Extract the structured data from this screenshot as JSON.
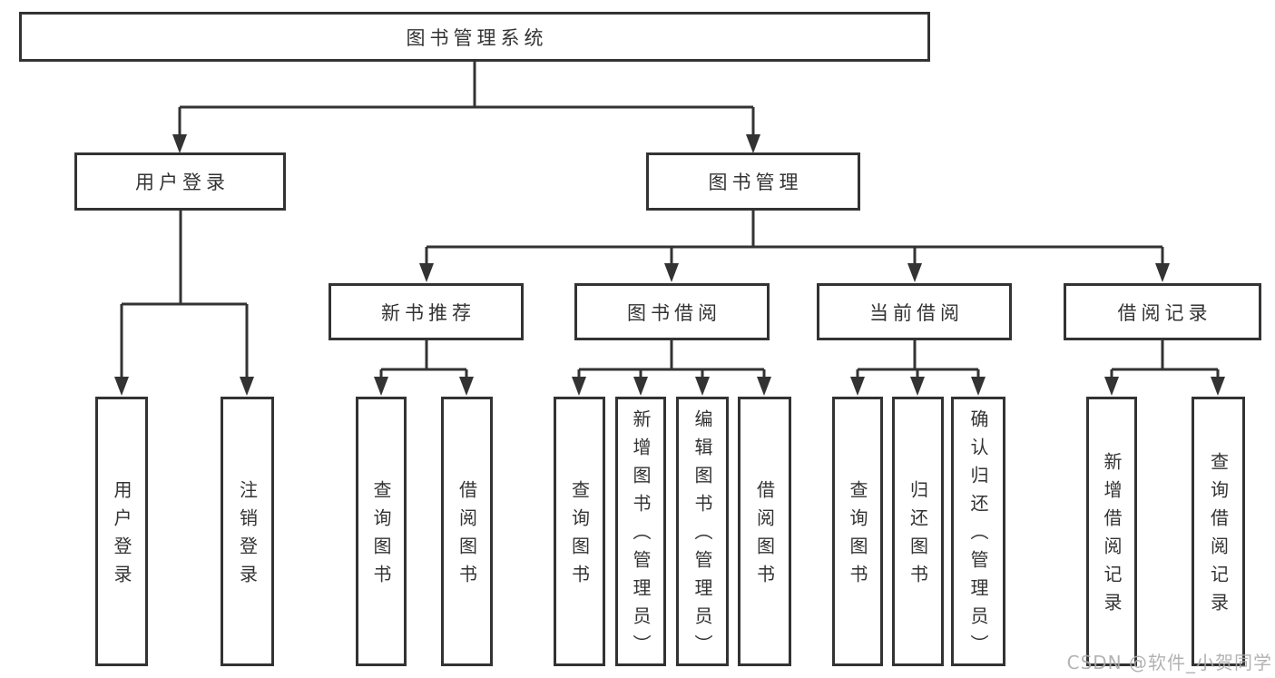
{
  "meta": {
    "background": "#ffffff",
    "line_color": "#333333",
    "text_color": "#333333",
    "watermark_color": "#ababab"
  },
  "tree": {
    "root": {
      "label": "图书管理系统"
    },
    "branches": [
      {
        "label": "用户登录",
        "children": [
          {
            "label": "用户登录"
          },
          {
            "label": "注销登录"
          }
        ]
      },
      {
        "label": "图书管理",
        "children": [
          {
            "label": "新书推荐",
            "children": [
              {
                "label": "查询图书"
              },
              {
                "label": "借阅图书"
              }
            ]
          },
          {
            "label": "图书借阅",
            "children": [
              {
                "label": "查询图书"
              },
              {
                "label": "新增图书（管理员）"
              },
              {
                "label": "编辑图书（管理员）"
              },
              {
                "label": "借阅图书"
              }
            ]
          },
          {
            "label": "当前借阅",
            "children": [
              {
                "label": "查询图书"
              },
              {
                "label": "归还图书"
              },
              {
                "label": "确认归还（管理员）"
              }
            ]
          },
          {
            "label": "借阅记录",
            "children": [
              {
                "label": "新增借阅记录"
              },
              {
                "label": "查询借阅记录"
              }
            ]
          }
        ]
      }
    ]
  },
  "watermark": {
    "text": "CSDN @软件_小贺同学"
  }
}
